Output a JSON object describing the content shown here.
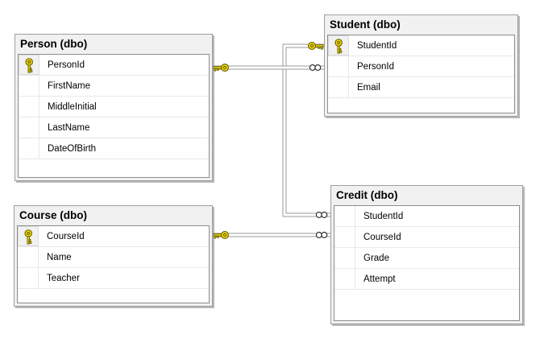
{
  "diagram": {
    "tables": [
      {
        "id": "person",
        "title": "Person (dbo)",
        "columns": [
          {
            "name": "PersonId",
            "pk": true
          },
          {
            "name": "FirstName",
            "pk": false
          },
          {
            "name": "MiddleInitial",
            "pk": false
          },
          {
            "name": "LastName",
            "pk": false
          },
          {
            "name": "DateOfBirth",
            "pk": false
          }
        ]
      },
      {
        "id": "student",
        "title": "Student (dbo)",
        "columns": [
          {
            "name": "StudentId",
            "pk": true
          },
          {
            "name": "PersonId",
            "pk": false
          },
          {
            "name": "Email",
            "pk": false
          }
        ]
      },
      {
        "id": "course",
        "title": "Course (dbo)",
        "columns": [
          {
            "name": "CourseId",
            "pk": true
          },
          {
            "name": "Name",
            "pk": false
          },
          {
            "name": "Teacher",
            "pk": false
          }
        ]
      },
      {
        "id": "credit",
        "title": "Credit (dbo)",
        "columns": [
          {
            "name": "StudentId",
            "pk": false
          },
          {
            "name": "CourseId",
            "pk": false
          },
          {
            "name": "Grade",
            "pk": false
          },
          {
            "name": "Attempt",
            "pk": false
          }
        ]
      }
    ],
    "relationships": [
      {
        "id": "fk_student_person",
        "one_side": {
          "table": "Person",
          "column": "PersonId",
          "icon": "key-icon"
        },
        "many_side": {
          "table": "Student",
          "column": "PersonId",
          "icon": "infinity-icon"
        }
      },
      {
        "id": "fk_credit_student",
        "one_side": {
          "table": "Student",
          "column": "StudentId",
          "icon": "key-icon"
        },
        "many_side": {
          "table": "Credit",
          "column": "StudentId",
          "icon": "infinity-icon"
        }
      },
      {
        "id": "fk_credit_course",
        "one_side": {
          "table": "Course",
          "column": "CourseId",
          "icon": "key-icon"
        },
        "many_side": {
          "table": "Credit",
          "column": "CourseId",
          "icon": "infinity-icon"
        }
      }
    ],
    "colors": {
      "key_fill": "#ffe000",
      "key_outline": "#6b6400",
      "line_gray": "#9a9a9a",
      "frame_bg": "#f1f1f1",
      "grid_border": "#8c8c8c",
      "row_separator": "#e8e8e8"
    }
  }
}
